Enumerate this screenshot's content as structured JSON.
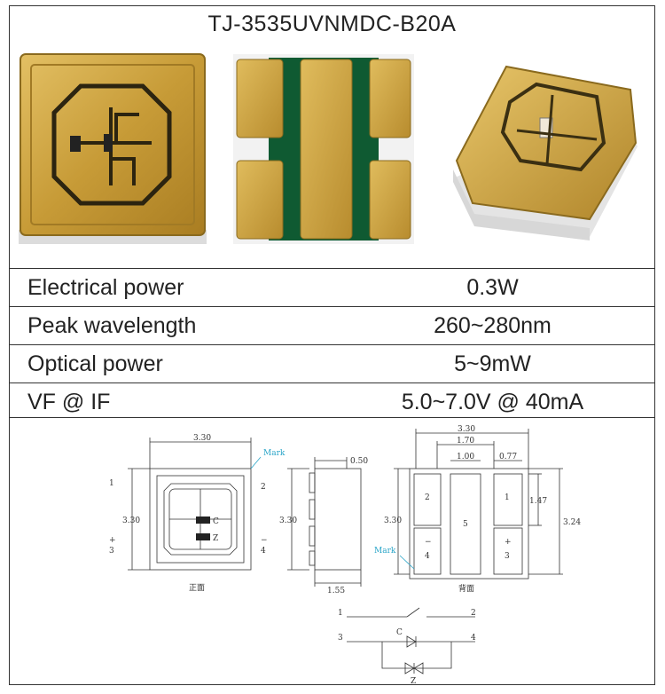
{
  "title": "TJ-3535UVNMDC-B20A",
  "specs": [
    {
      "label": "Electrical power",
      "value": "0.3W"
    },
    {
      "label": "Peak wavelength",
      "value": "260~280nm"
    },
    {
      "label": "Optical power",
      "value": "5~9mW"
    },
    {
      "label": "VF @ IF",
      "value": "5.0~7.0V @ 40mA"
    }
  ],
  "drawing": {
    "front": {
      "width": "3.30",
      "height": "3.30",
      "mark": "Mark",
      "pin1": "1",
      "pin2": "2",
      "pin3": "3",
      "pin4": "4",
      "plus": "+",
      "minus": "−",
      "chip_c": "C",
      "chip_z": "Z",
      "caption": "正面"
    },
    "side": {
      "top": "0.50",
      "height": "3.30",
      "bottom": "1.55"
    },
    "back": {
      "width": "3.30",
      "inner": "1.70",
      "pad_w": "1.00",
      "gap": "0.77",
      "pad_h": "1.47",
      "height": "3.30",
      "height_r": "3.24",
      "pad2": "2",
      "pad1": "1",
      "pad5": "5",
      "pad4": "4",
      "pad3": "3",
      "minus": "−",
      "plus": "+",
      "mark": "Mark",
      "caption": "背面"
    },
    "schematic": {
      "p1": "1",
      "p2": "2",
      "p3": "3",
      "p4": "4",
      "c": "C",
      "z": "Z"
    }
  },
  "colors": {
    "gold": "#c9a23c",
    "gold_dark": "#8a6a1e",
    "pcb_green": "#0f5a32",
    "mark_blue": "#2aa5c8"
  }
}
